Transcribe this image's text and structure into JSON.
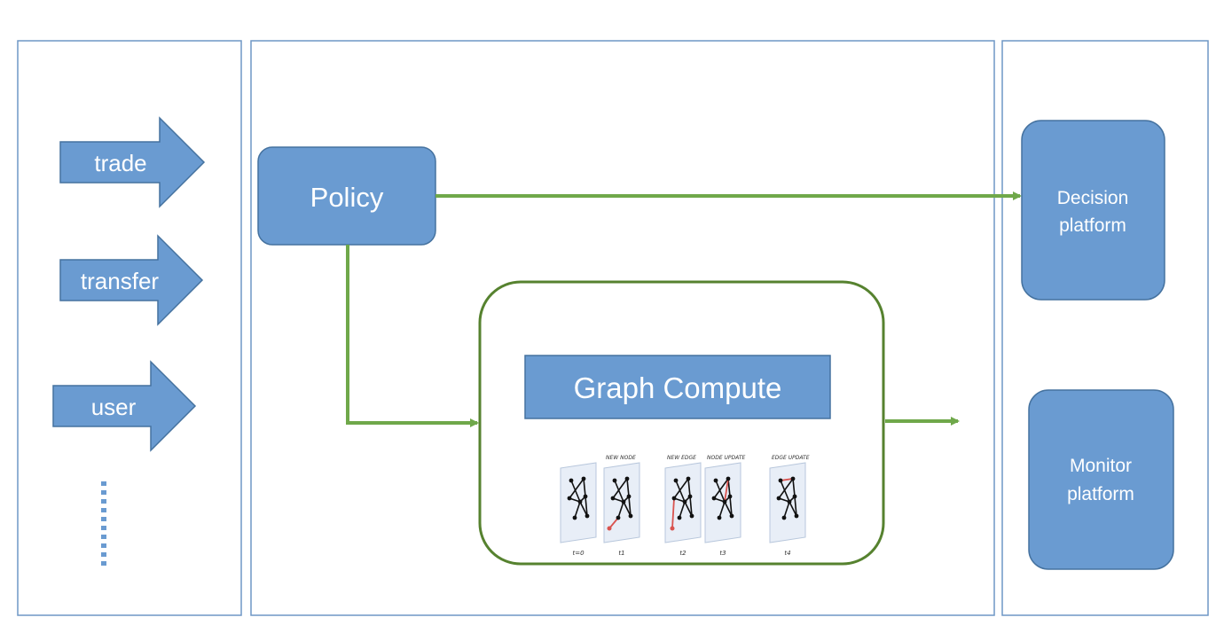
{
  "inputs": {
    "arrows": [
      "trade",
      "transfer",
      "user"
    ]
  },
  "policy": {
    "label": "Policy"
  },
  "graph_compute": {
    "label": "Graph Compute",
    "frames": [
      {
        "top_label": "",
        "bottom_label": "t=0"
      },
      {
        "top_label": "NEW NODE",
        "bottom_label": "t1"
      },
      {
        "top_label": "NEW EDGE",
        "bottom_label": "t2"
      },
      {
        "top_label": "NODE UPDATE",
        "bottom_label": "t3"
      },
      {
        "top_label": "EDGE UPDATE",
        "bottom_label": "t4"
      }
    ]
  },
  "outputs": {
    "decision": {
      "line1": "Decision",
      "line2": "platform"
    },
    "monitor": {
      "line1": "Monitor",
      "line2": "platform"
    }
  },
  "colors": {
    "panel_border": "#6f97c5",
    "box_fill": "#6a9bd1",
    "box_stroke": "#45729f",
    "connector": "#6fa84a",
    "group_border": "#56822f",
    "frame_fill": "#e8eef7",
    "highlight_edge": "#d9534f"
  }
}
